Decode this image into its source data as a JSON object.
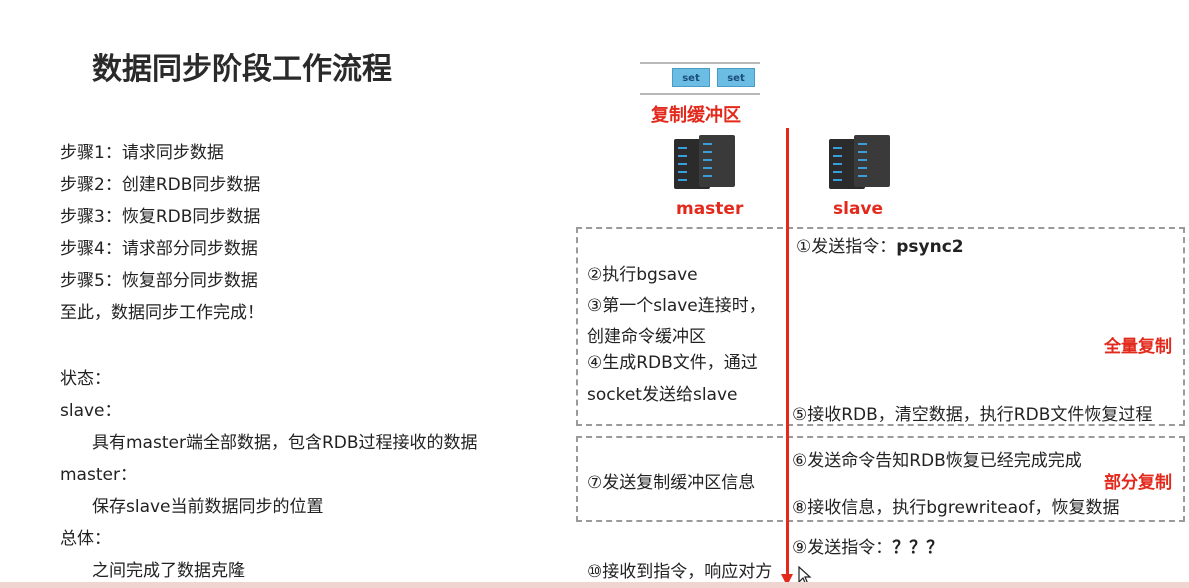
{
  "title": "数据同步阶段工作流程",
  "steps": [
    "步骤1：请求同步数据",
    "步骤2：创建RDB同步数据",
    "步骤3：恢复RDB同步数据",
    "步骤4：请求部分同步数据",
    "步骤5：恢复部分同步数据",
    "至此，数据同步工作完成！"
  ],
  "status": {
    "heading": "状态：",
    "slave_label": "slave：",
    "slave_desc": "具有master端全部数据，包含RDB过程接收的数据",
    "master_label": "master：",
    "master_desc": "保存slave当前数据同步的位置",
    "overall_label": "总体：",
    "overall_desc": "之间完成了数据克隆"
  },
  "diagram": {
    "buffer_chips": [
      "set",
      "set"
    ],
    "buffer_label": "复制缓冲区",
    "master_label": "master",
    "slave_label": "slave",
    "full_sync_label": "全量复制",
    "partial_sync_label": "部分复制",
    "step1_prefix": "①发送指令：",
    "step1_cmd": "psync2",
    "step2": "②执行bgsave",
    "step3_line1": "③第一个slave连接时，",
    "step3_line2": "创建命令缓冲区",
    "step4_line1": "④生成RDB文件，通过",
    "step4_line2": "socket发送给slave",
    "step5": "⑤接收RDB，清空数据，执行RDB文件恢复过程",
    "step6": "⑥发送命令告知RDB恢复已经完成完成",
    "step7": "⑦发送复制缓冲区信息",
    "step8": "⑧接收信息，执行bgrewriteaof，恢复数据",
    "step9_prefix": "⑨发送指令：",
    "step9_cmd": "？？？",
    "step10": "⑩接收到指令，响应对方",
    "colors": {
      "accent_red": "#e3291c",
      "dashed_border": "#9a9a9a",
      "chip_blue": "#6cbde4"
    }
  }
}
